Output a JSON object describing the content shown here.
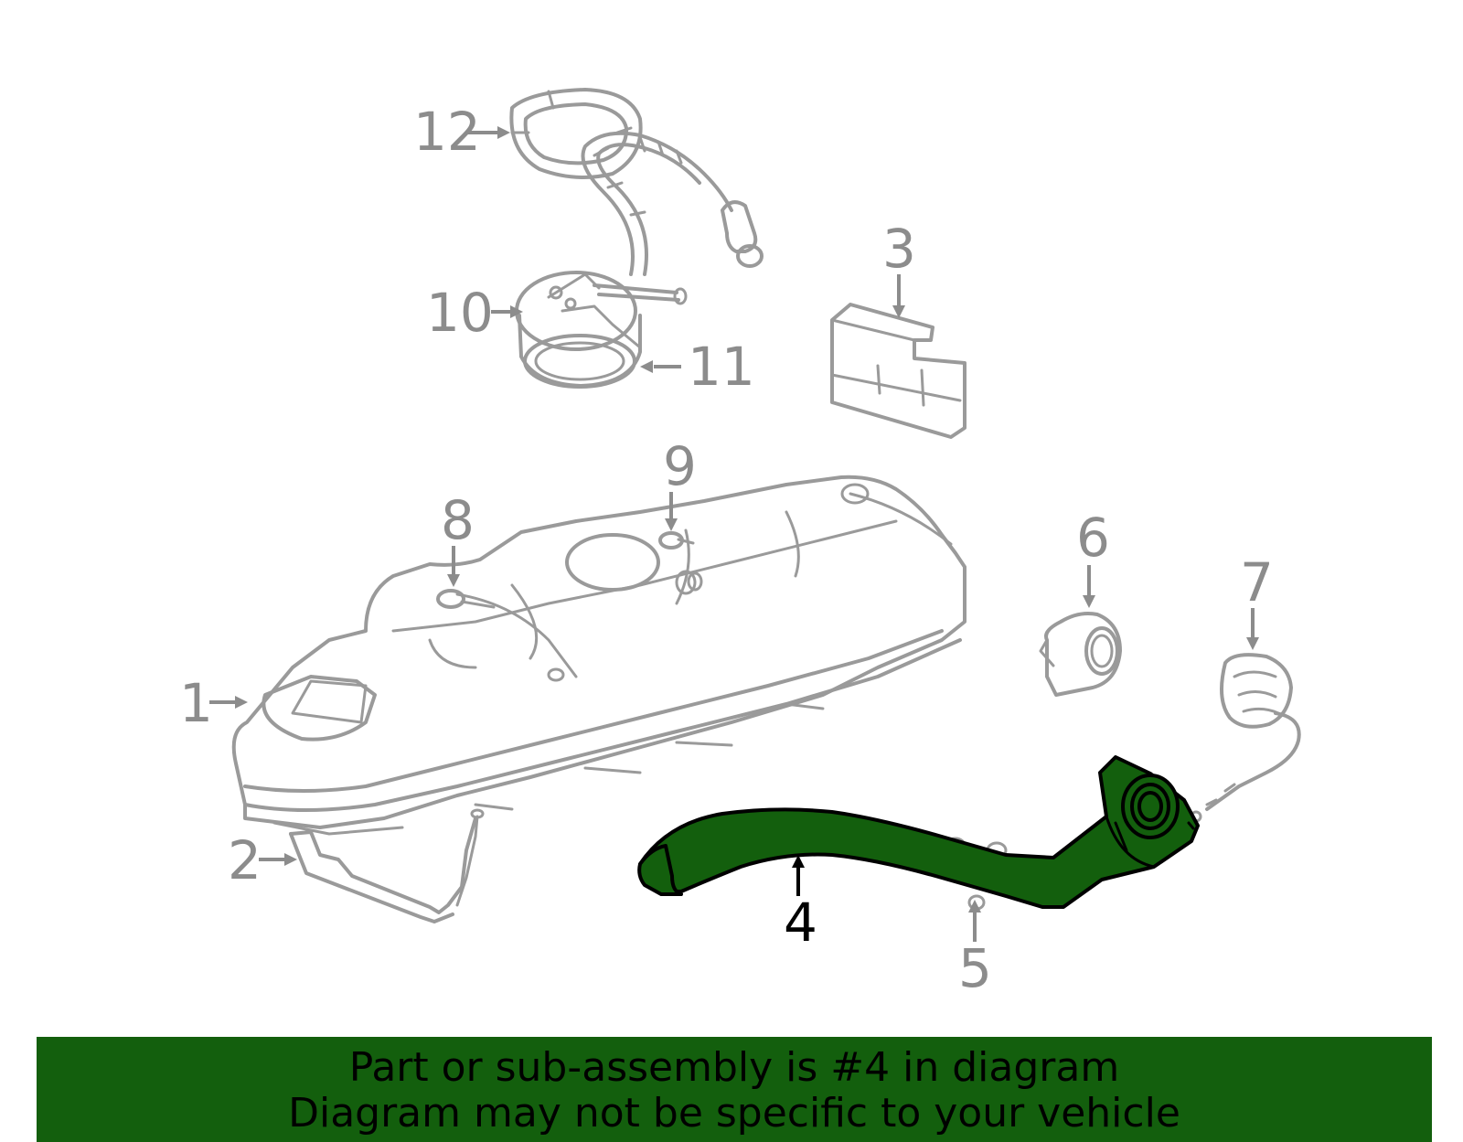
{
  "callouts": {
    "c1": "1",
    "c2": "2",
    "c3": "3",
    "c4": "4",
    "c5": "5",
    "c6": "6",
    "c7": "7",
    "c8": "8",
    "c9": "9",
    "c10": "10",
    "c11": "11",
    "c12": "12"
  },
  "highlighted_part": "4",
  "colors": {
    "highlight": "#135f0d",
    "line_art": "#9a9a9a",
    "banner": "#135f0d"
  },
  "banner": {
    "line1": "Part or sub-assembly is #4 in diagram",
    "line2": "Diagram may not be specific to your vehicle"
  }
}
